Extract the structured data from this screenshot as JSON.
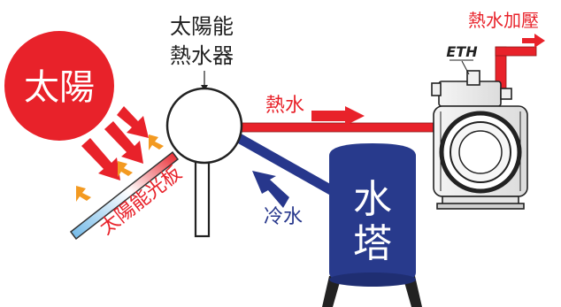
{
  "sun": {
    "label": "太陽"
  },
  "heater": {
    "label_line1": "太陽能",
    "label_line2": "熱水器"
  },
  "panel": {
    "label": "太陽能光板"
  },
  "hot_water": {
    "label": "熱水"
  },
  "cold_water": {
    "label": "冷水"
  },
  "tower": {
    "label_line1": "水",
    "label_line2": "塔"
  },
  "pump": {
    "tag": "ETH"
  },
  "pressurized": {
    "label": "熱水加壓"
  },
  "colors": {
    "sun_red": "#e8222a",
    "hot_red": "#e8222a",
    "cold_blue": "#27378c",
    "tower_blue": "#283a8c",
    "ray_orange": "#f39a21"
  }
}
